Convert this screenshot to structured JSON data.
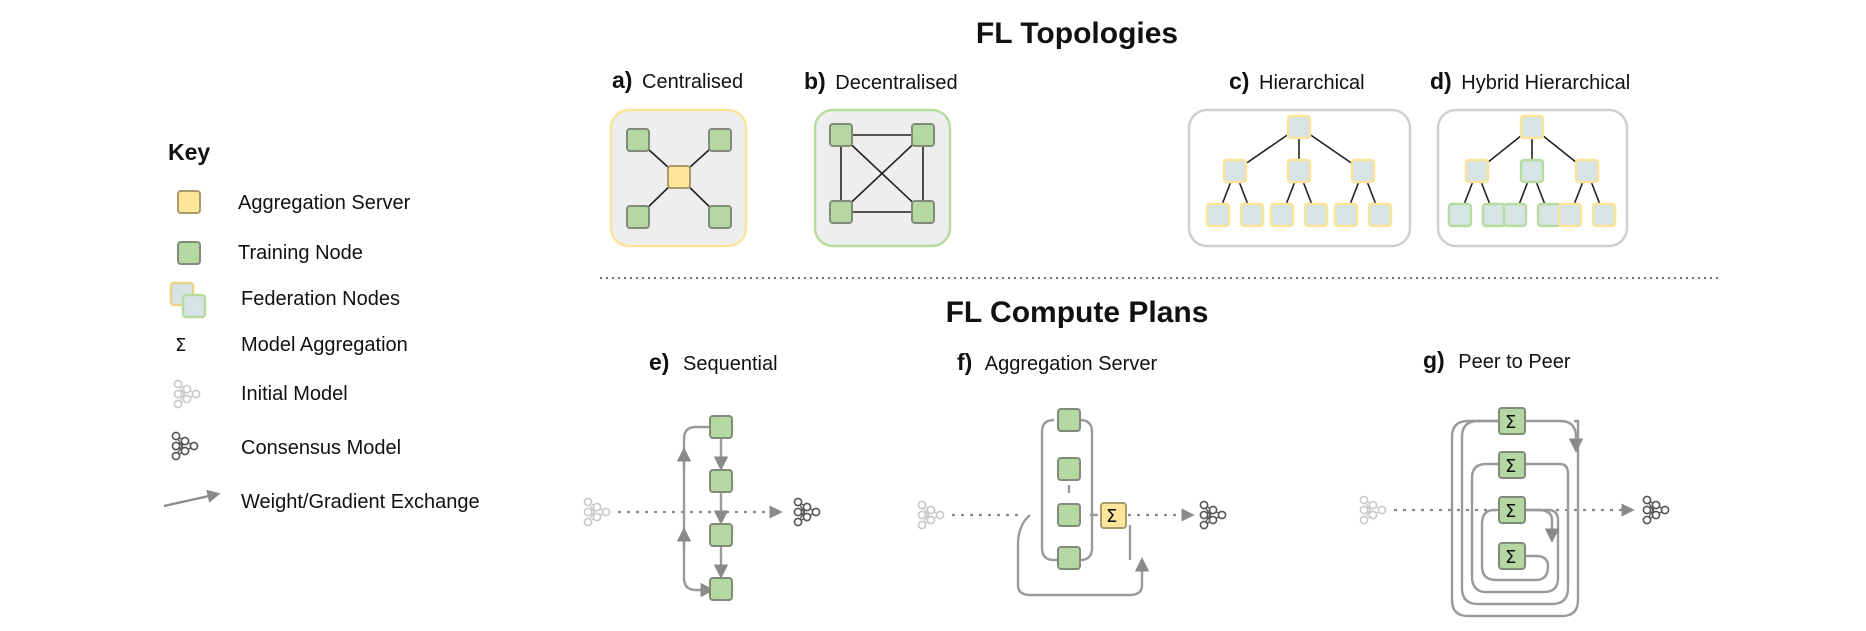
{
  "title_topologies": "FL Topologies",
  "title_compute": "FL Compute Plans",
  "key": {
    "title": "Key",
    "items": [
      {
        "icon": "aggregation-server-icon",
        "label": "Aggregation Server"
      },
      {
        "icon": "training-node-icon",
        "label": "Training Node"
      },
      {
        "icon": "federation-nodes-icon",
        "label": "Federation Nodes"
      },
      {
        "icon": "sigma-icon",
        "label": "Model Aggregation",
        "glyph": "Σ"
      },
      {
        "icon": "initial-model-icon",
        "label": "Initial Model"
      },
      {
        "icon": "consensus-model-icon",
        "label": "Consensus Model"
      },
      {
        "icon": "arrow-icon",
        "label": "Weight/Gradient Exchange"
      }
    ]
  },
  "topologies": [
    {
      "letter": "a)",
      "name": "Centralised"
    },
    {
      "letter": "b)",
      "name": "Decentralised"
    },
    {
      "letter": "c)",
      "name": "Hierarchical"
    },
    {
      "letter": "d)",
      "name": "Hybrid Hierarchical"
    }
  ],
  "plans": [
    {
      "letter": "e)",
      "name": "Sequential"
    },
    {
      "letter": "f)",
      "name": "Aggregation Server"
    },
    {
      "letter": "g)",
      "name": "Peer to Peer"
    }
  ],
  "sigma": "Σ",
  "colors": {
    "server_fill": "#fde59a",
    "server_stroke": "#a89a6a",
    "train_fill": "#b5d8a2",
    "train_stroke": "#7f8c78",
    "fed_fill": "#d6e4e6",
    "box_fill": "#eeeeee",
    "box_yellow": "#fbe39a",
    "box_green": "#b8dca0",
    "box_grey": "#cfcfcf",
    "arrow": "#9a9a9a"
  }
}
